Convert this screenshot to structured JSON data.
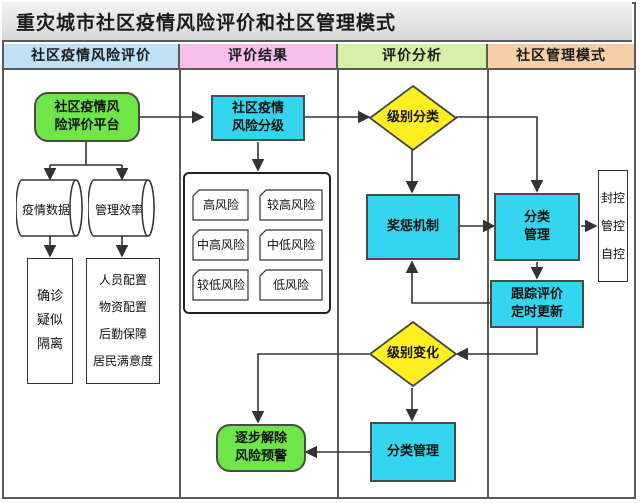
{
  "title": "重灾城市社区疫情风险评价和社区管理模式",
  "lanes": [
    "社区疫情风险评价",
    "评价结果",
    "评价分析",
    "社区管理模式"
  ],
  "nodes": {
    "platform": [
      "社区疫情风",
      "险评价平台"
    ],
    "epidemic_data": "疫情数据",
    "mgmt_efficiency": "管理效率",
    "confirm_list": [
      "确诊",
      "疑似",
      "隔离"
    ],
    "mgmt_list": [
      "人员配置",
      "物资配置",
      "后勤保障",
      "居民满意度"
    ],
    "risk_grading": [
      "社区疫情",
      "风险分级"
    ],
    "risk_levels": [
      "高风险",
      "较高风险",
      "中高风险",
      "中低风险",
      "较低风险",
      "低风险"
    ],
    "level_classify": "级别分类",
    "reward_punish": "奖惩机制",
    "classified_mgmt": [
      "分类",
      "管理"
    ],
    "measures": [
      "封控",
      "管控",
      "自控"
    ],
    "tracking": [
      "跟踪评价",
      "定时更新"
    ],
    "level_change": "级别变化",
    "classified_mgmt2": "分类管理",
    "lift_warning": [
      "逐步解除",
      "风险预警"
    ]
  }
}
